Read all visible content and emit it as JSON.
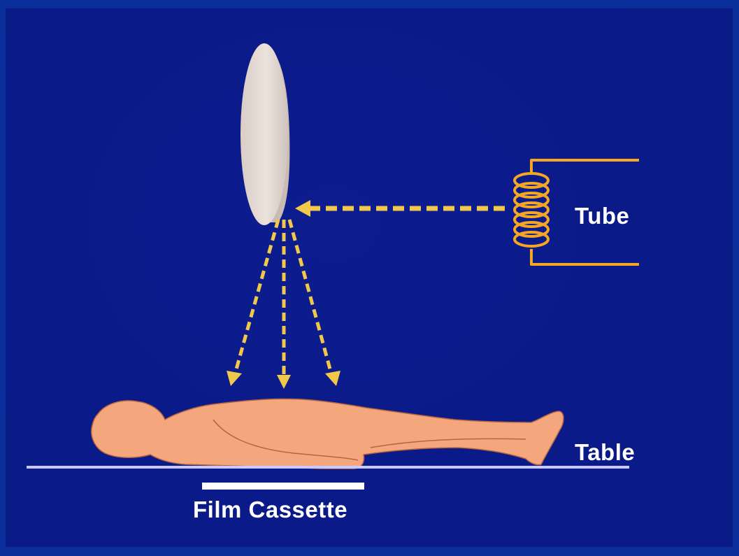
{
  "labels": {
    "tube": "Tube",
    "table": "Table",
    "film_cassette": "Film Cassette"
  },
  "colors": {
    "background": "#0a1a88",
    "border": "#0a2f9a",
    "beam": "#f2c84b",
    "filament": "#f5a623",
    "patient": "#f4a77c",
    "anode": "#e3d6cf",
    "table_line": "#c9c9ff",
    "cassette": "#ffffff",
    "text": "#ffffff"
  }
}
